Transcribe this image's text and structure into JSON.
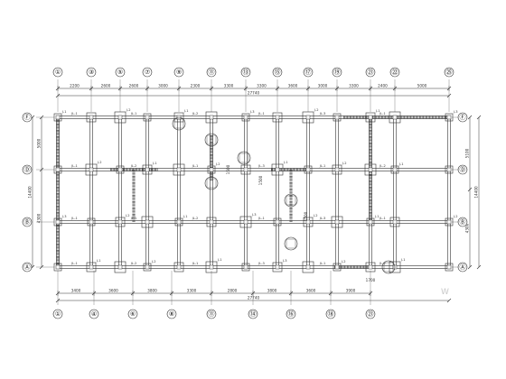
{
  "plan": {
    "top_axis_labels": [
      "①",
      "③",
      "⑤",
      "⑦",
      "⑨",
      "⑪",
      "⑬",
      "⑮",
      "⑰",
      "⑲",
      "㉑",
      "㉒",
      "㉕"
    ],
    "bottom_axis_labels": [
      "①",
      "④",
      "⑥",
      "⑧",
      "⑪",
      "⑭",
      "⑯",
      "⑱",
      "㉑"
    ],
    "row_axis_labels": [
      "Ⓕ",
      "Ⓓ",
      "Ⓑ",
      "Ⓐ"
    ],
    "top_dims": [
      "2200",
      "2600",
      "2600",
      "3000",
      "2300",
      "3300",
      "3300",
      "3600",
      "3000",
      "3300",
      "2400",
      "5000"
    ],
    "top_total": "27740",
    "bottom_dims": [
      "3400",
      "3600",
      "3800",
      "3300",
      "2800",
      "3800",
      "3600",
      "3900"
    ],
    "bottom_total": "27740",
    "left_dims": [
      "5000",
      "4300"
    ],
    "left_total": "14400",
    "right_dims": [
      "5100",
      "4300"
    ],
    "right_total": "14400",
    "inner_dims": [
      "1500",
      "1500",
      "1500",
      "1700"
    ],
    "beam_labels": [
      "JL-1",
      "JL-1",
      "JL-2",
      "JL-1",
      "JL-3",
      "JL-1",
      "JL-1",
      "JL-2",
      "JL-1",
      "JL-3",
      "JL-1",
      "JL-2"
    ],
    "footing_labels": [
      "J-1",
      "J-2",
      "J-1",
      "J-3",
      "J-2",
      "J-1",
      "J-3",
      "J-2",
      "J-1",
      "J-2"
    ],
    "watermark": "W"
  },
  "colors": {
    "line": "#333333",
    "axis": "#555555",
    "hatch": "#444444"
  }
}
